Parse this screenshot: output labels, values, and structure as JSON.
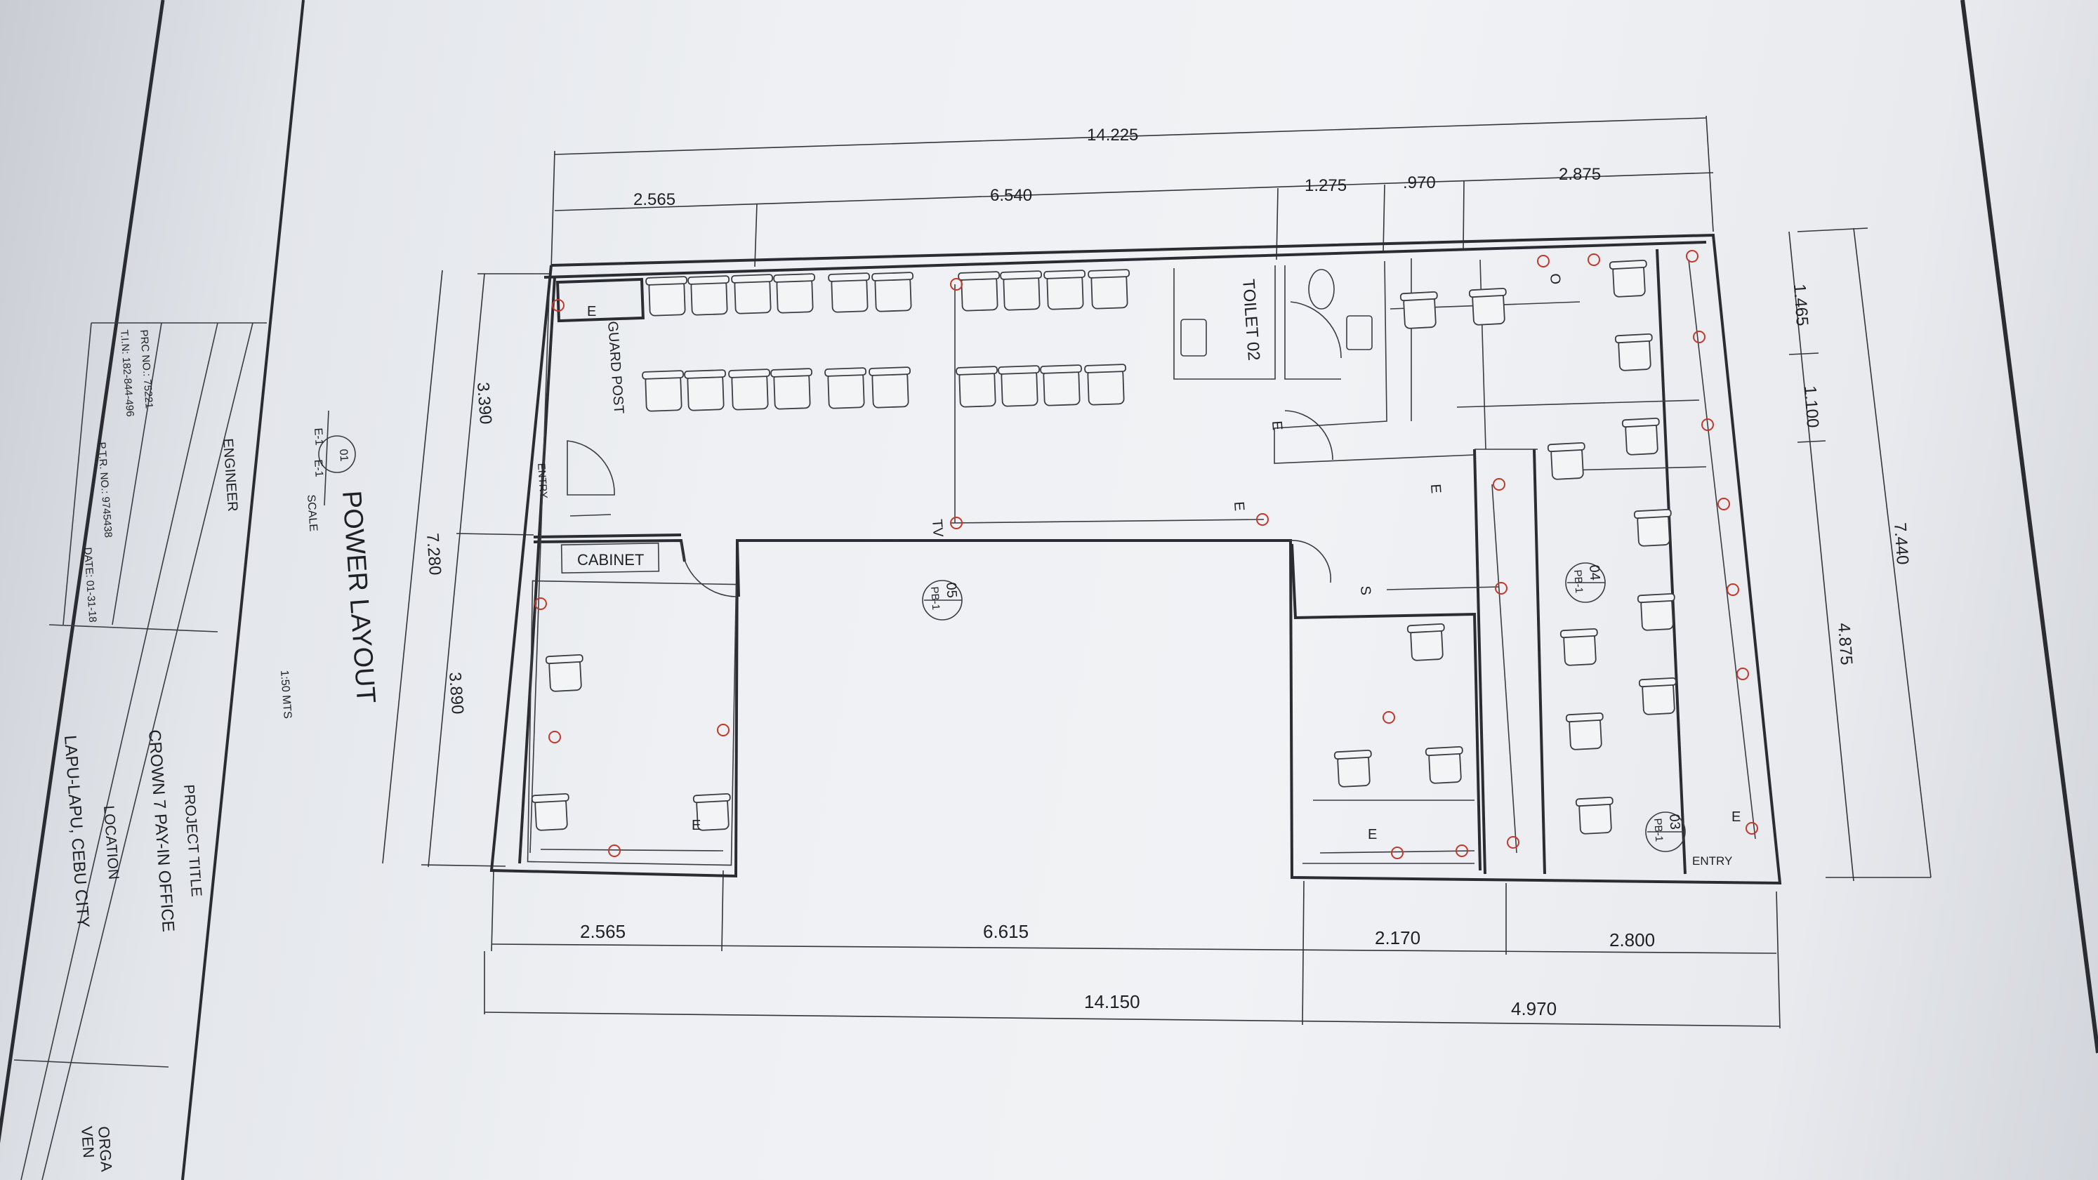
{
  "sheet": {
    "drawing_title": "POWER LAYOUT",
    "scale_label": "SCALE",
    "scale_value": "1:50 MTS",
    "detail_number": "01",
    "detail_ref_a": "E-1",
    "detail_ref_b": "E-1"
  },
  "title_block": {
    "engineer_label": "ENGINEER",
    "prc": "PRC NO.: 75221",
    "tin": "T.I.N: 182-844-496",
    "ptr": "P.T.R. NO.: 9745438",
    "date": "DATE: 01-31-18",
    "project_title_label": "PROJECT TITLE",
    "project_title": "CROWN 7 PAY-IN OFFICE",
    "location_label": "LOCATION",
    "location": "LAPU-LAPU, CEBU CITY",
    "org_label_1": "ORGA",
    "org_label_2": "VEN"
  },
  "dimensions": {
    "top_total": "14.225",
    "top_1": "2.565",
    "top_2": "6.540",
    "top_3": "1.275",
    "top_4": ".970",
    "top_5": "2.875",
    "bottom_1": "2.565",
    "bottom_2": "6.615",
    "bottom_3": "2.170",
    "bottom_4": "2.800",
    "bottom_total_left": "14.150",
    "bottom_total_right": "4.970",
    "left_1": "3.390",
    "left_2": "3.890",
    "left_total": "7.280",
    "right_1": "1.465",
    "right_2": "1.100",
    "right_3": "4.875",
    "right_total": "7.440"
  },
  "labels": {
    "guard_post": "GUARD POST",
    "entry_left": "ENTRY",
    "cabinet": "CABINET",
    "toilet": "TOILET 02",
    "tv": "TV",
    "entry_right": "ENTRY",
    "e": "E",
    "s": "S",
    "o": "O"
  },
  "panels": [
    {
      "num": "05",
      "ref": "PB-1"
    },
    {
      "num": "04",
      "ref": "PB-1"
    },
    {
      "num": "03",
      "ref": "PB-1"
    }
  ]
}
